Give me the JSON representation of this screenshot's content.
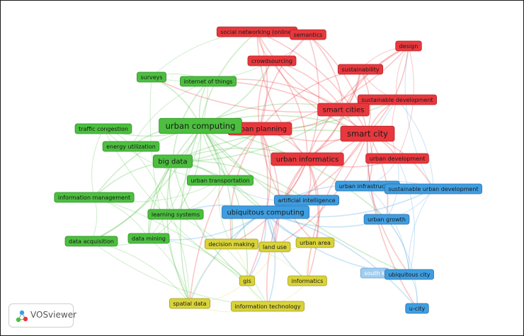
{
  "app": {
    "name": "VOSviewer"
  },
  "colors": {
    "red": "#e8383d",
    "red_border": "#b02528",
    "green": "#4cbf3f",
    "green_border": "#2f8f26",
    "blue": "#3f9ee0",
    "blue_border": "#2a6fae",
    "yellow": "#d9d33a",
    "yellow_border": "#a09a1a",
    "light_blue": "#9fcdf0",
    "light_blue_border": "#6fa4cf"
  },
  "network": {
    "nodes": [
      {
        "id": "social-networking-online",
        "label": "social networking (online)",
        "cluster": "red",
        "size": 1
      },
      {
        "id": "semantics",
        "label": "semantics",
        "cluster": "red",
        "size": 1
      },
      {
        "id": "design",
        "label": "design",
        "cluster": "red",
        "size": 1
      },
      {
        "id": "crowdsourcing",
        "label": "crowdsourcing",
        "cluster": "red",
        "size": 1
      },
      {
        "id": "sustainability",
        "label": "sustainability",
        "cluster": "red",
        "size": 1
      },
      {
        "id": "sustainable-development",
        "label": "sustainable development",
        "cluster": "red",
        "size": 1
      },
      {
        "id": "smart-cities",
        "label": "smart cities",
        "cluster": "red",
        "size": 2
      },
      {
        "id": "urban-planning",
        "label": "urban planning",
        "cluster": "red",
        "size": 2
      },
      {
        "id": "smart-city",
        "label": "smart city",
        "cluster": "red",
        "size": 3
      },
      {
        "id": "urban-informatics",
        "label": "urban informatics",
        "cluster": "red",
        "size": 2
      },
      {
        "id": "urban-development",
        "label": "urban development",
        "cluster": "red",
        "size": 1
      },
      {
        "id": "surveys",
        "label": "surveys",
        "cluster": "green",
        "size": 1
      },
      {
        "id": "internet-of-things",
        "label": "internet of things",
        "cluster": "green",
        "size": 1
      },
      {
        "id": "urban-computing",
        "label": "urban computing",
        "cluster": "green",
        "size": 3
      },
      {
        "id": "traffic-congestion",
        "label": "traffic congestion",
        "cluster": "green",
        "size": 1
      },
      {
        "id": "energy-utilization",
        "label": "energy utilization",
        "cluster": "green",
        "size": 1
      },
      {
        "id": "big-data",
        "label": "big data",
        "cluster": "green",
        "size": 2
      },
      {
        "id": "urban-transportation",
        "label": "urban transportation",
        "cluster": "green",
        "size": 1
      },
      {
        "id": "information-management",
        "label": "information management",
        "cluster": "green",
        "size": 1
      },
      {
        "id": "learning-systems",
        "label": "learning systems",
        "cluster": "green",
        "size": 1
      },
      {
        "id": "data-mining",
        "label": "data mining",
        "cluster": "green",
        "size": 1
      },
      {
        "id": "data-acquisition",
        "label": "data acquisition",
        "cluster": "green",
        "size": 1
      },
      {
        "id": "urban-infrastructure",
        "label": "urban infrastructure",
        "cluster": "blue",
        "size": 1
      },
      {
        "id": "sustainable-urban-development",
        "label": "sustainable urban development",
        "cluster": "blue",
        "size": 1
      },
      {
        "id": "artificial-intelligence",
        "label": "artificial intelligence",
        "cluster": "blue",
        "size": 1
      },
      {
        "id": "ubiquitous-computing",
        "label": "ubiquitous computing",
        "cluster": "blue",
        "size": 2
      },
      {
        "id": "urban-growth",
        "label": "urban growth",
        "cluster": "blue",
        "size": 1
      },
      {
        "id": "south-k",
        "label": "south k",
        "cluster": "light_blue",
        "size": 1
      },
      {
        "id": "ubiquitous-city",
        "label": "ubiquitous city",
        "cluster": "blue",
        "size": 1
      },
      {
        "id": "u-city",
        "label": "u-city",
        "cluster": "blue",
        "size": 1
      },
      {
        "id": "decision-making",
        "label": "decision making",
        "cluster": "yellow",
        "size": 1
      },
      {
        "id": "land-use",
        "label": "land use",
        "cluster": "yellow",
        "size": 1
      },
      {
        "id": "urban-area",
        "label": "urban area",
        "cluster": "yellow",
        "size": 1
      },
      {
        "id": "gis",
        "label": "gis",
        "cluster": "yellow",
        "size": 1
      },
      {
        "id": "informatics",
        "label": "informatics",
        "cluster": "yellow",
        "size": 1
      },
      {
        "id": "spatial-data",
        "label": "spatial data",
        "cluster": "yellow",
        "size": 1
      },
      {
        "id": "information-technology",
        "label": "information technology",
        "cluster": "yellow",
        "size": 1
      }
    ],
    "edges": [
      [
        "urban-computing",
        "big-data"
      ],
      [
        "urban-computing",
        "urban-planning"
      ],
      [
        "urban-computing",
        "smart-city"
      ],
      [
        "urban-computing",
        "urban-informatics"
      ],
      [
        "urban-computing",
        "internet-of-things"
      ],
      [
        "urban-computing",
        "surveys"
      ],
      [
        "urban-computing",
        "traffic-congestion"
      ],
      [
        "urban-computing",
        "energy-utilization"
      ],
      [
        "urban-computing",
        "urban-transportation"
      ],
      [
        "urban-computing",
        "data-mining"
      ],
      [
        "urban-computing",
        "learning-systems"
      ],
      [
        "urban-computing",
        "information-management"
      ],
      [
        "urban-computing",
        "data-acquisition"
      ],
      [
        "urban-computing",
        "ubiquitous-computing"
      ],
      [
        "urban-computing",
        "smart-cities"
      ],
      [
        "urban-computing",
        "crowdsourcing"
      ],
      [
        "urban-computing",
        "social-networking-online"
      ],
      [
        "urban-computing",
        "artificial-intelligence"
      ],
      [
        "urban-computing",
        "decision-making"
      ],
      [
        "urban-computing",
        "spatial-data"
      ],
      [
        "urban-computing",
        "gis"
      ],
      [
        "urban-computing",
        "sustainable-development"
      ],
      [
        "urban-computing",
        "urban-growth"
      ],
      [
        "urban-computing",
        "ubiquitous-city"
      ],
      [
        "big-data",
        "smart-city"
      ],
      [
        "big-data",
        "data-mining"
      ],
      [
        "big-data",
        "urban-informatics"
      ],
      [
        "big-data",
        "urban-planning"
      ],
      [
        "big-data",
        "urban-transportation"
      ],
      [
        "big-data",
        "information-management"
      ],
      [
        "big-data",
        "ubiquitous-computing"
      ],
      [
        "big-data",
        "smart-cities"
      ],
      [
        "big-data",
        "internet-of-things"
      ],
      [
        "big-data",
        "learning-systems"
      ],
      [
        "big-data",
        "data-acquisition"
      ],
      [
        "big-data",
        "spatial-data"
      ],
      [
        "big-data",
        "artificial-intelligence"
      ],
      [
        "big-data",
        "gis"
      ],
      [
        "smart-city",
        "smart-cities"
      ],
      [
        "smart-city",
        "urban-informatics"
      ],
      [
        "smart-city",
        "urban-planning"
      ],
      [
        "smart-city",
        "sustainability"
      ],
      [
        "smart-city",
        "sustainable-development"
      ],
      [
        "smart-city",
        "design"
      ],
      [
        "smart-city",
        "urban-development"
      ],
      [
        "smart-city",
        "semantics"
      ],
      [
        "smart-city",
        "crowdsourcing"
      ],
      [
        "smart-city",
        "social-networking-online"
      ],
      [
        "smart-city",
        "ubiquitous-computing"
      ],
      [
        "smart-city",
        "ubiquitous-city"
      ],
      [
        "smart-city",
        "urban-infrastructure"
      ],
      [
        "smart-city",
        "internet-of-things"
      ],
      [
        "smart-city",
        "sustainable-urban-development"
      ],
      [
        "smart-city",
        "artificial-intelligence"
      ],
      [
        "smart-city",
        "urban-growth"
      ],
      [
        "smart-city",
        "informatics"
      ],
      [
        "smart-city",
        "land-use"
      ],
      [
        "smart-city",
        "u-city"
      ],
      [
        "urban-planning",
        "urban-informatics"
      ],
      [
        "urban-planning",
        "smart-cities"
      ],
      [
        "urban-planning",
        "crowdsourcing"
      ],
      [
        "urban-planning",
        "social-networking-online"
      ],
      [
        "urban-planning",
        "semantics"
      ],
      [
        "urban-planning",
        "design"
      ],
      [
        "urban-planning",
        "sustainability"
      ],
      [
        "urban-planning",
        "decision-making"
      ],
      [
        "urban-planning",
        "land-use"
      ],
      [
        "urban-planning",
        "urban-area"
      ],
      [
        "urban-planning",
        "gis"
      ],
      [
        "urban-planning",
        "spatial-data"
      ],
      [
        "urban-planning",
        "ubiquitous-computing"
      ],
      [
        "urban-informatics",
        "smart-cities"
      ],
      [
        "urban-informatics",
        "informatics"
      ],
      [
        "urban-informatics",
        "information-technology"
      ],
      [
        "urban-informatics",
        "ubiquitous-computing"
      ],
      [
        "urban-informatics",
        "urban-development"
      ],
      [
        "urban-informatics",
        "urban-area"
      ],
      [
        "urban-informatics",
        "crowdsourcing"
      ],
      [
        "urban-informatics",
        "social-networking-online"
      ],
      [
        "urban-informatics",
        "semantics"
      ],
      [
        "urban-informatics",
        "design"
      ],
      [
        "urban-informatics",
        "sustainability"
      ],
      [
        "urban-informatics",
        "decision-making"
      ],
      [
        "urban-informatics",
        "land-use"
      ],
      [
        "urban-informatics",
        "artificial-intelligence"
      ],
      [
        "smart-cities",
        "sustainability"
      ],
      [
        "smart-cities",
        "sustainable-development"
      ],
      [
        "smart-cities",
        "internet-of-things"
      ],
      [
        "smart-cities",
        "design"
      ],
      [
        "smart-cities",
        "semantics"
      ],
      [
        "smart-cities",
        "social-networking-online"
      ],
      [
        "smart-cities",
        "crowdsourcing"
      ],
      [
        "smart-cities",
        "surveys"
      ],
      [
        "ubiquitous-computing",
        "ubiquitous-city"
      ],
      [
        "ubiquitous-computing",
        "artificial-intelligence"
      ],
      [
        "ubiquitous-computing",
        "urban-growth"
      ],
      [
        "ubiquitous-computing",
        "urban-infrastructure"
      ],
      [
        "ubiquitous-computing",
        "sustainable-urban-development"
      ],
      [
        "ubiquitous-computing",
        "u-city"
      ],
      [
        "ubiquitous-computing",
        "decision-making"
      ],
      [
        "ubiquitous-computing",
        "land-use"
      ],
      [
        "ubiquitous-computing",
        "urban-area"
      ],
      [
        "ubiquitous-computing",
        "gis"
      ],
      [
        "ubiquitous-computing",
        "informatics"
      ],
      [
        "ubiquitous-computing",
        "information-technology"
      ],
      [
        "ubiquitous-computing",
        "spatial-data"
      ],
      [
        "ubiquitous-computing",
        "data-mining"
      ],
      [
        "ubiquitous-computing",
        "learning-systems"
      ],
      [
        "ubiquitous-city",
        "u-city"
      ],
      [
        "ubiquitous-city",
        "urban-growth"
      ],
      [
        "ubiquitous-city",
        "south-k"
      ],
      [
        "ubiquitous-city",
        "urban-infrastructure"
      ],
      [
        "ubiquitous-city",
        "sustainable-urban-development"
      ],
      [
        "ubiquitous-city",
        "urban-development"
      ],
      [
        "urban-growth",
        "urban-infrastructure"
      ],
      [
        "urban-growth",
        "sustainable-urban-development"
      ],
      [
        "urban-growth",
        "u-city"
      ],
      [
        "urban-growth",
        "urban-development"
      ],
      [
        "urban-infrastructure",
        "sustainable-urban-development"
      ],
      [
        "urban-infrastructure",
        "urban-development"
      ],
      [
        "urban-infrastructure",
        "sustainable-development"
      ],
      [
        "sustainable-urban-development",
        "sustainable-development"
      ],
      [
        "sustainable-urban-development",
        "design"
      ],
      [
        "decision-making",
        "land-use"
      ],
      [
        "decision-making",
        "gis"
      ],
      [
        "decision-making",
        "spatial-data"
      ],
      [
        "decision-making",
        "informatics"
      ],
      [
        "land-use",
        "urban-area"
      ],
      [
        "land-use",
        "gis"
      ],
      [
        "urban-area",
        "informatics"
      ],
      [
        "gis",
        "spatial-data"
      ],
      [
        "gis",
        "information-technology"
      ],
      [
        "informatics",
        "information-technology"
      ],
      [
        "spatial-data",
        "information-technology"
      ],
      [
        "data-mining",
        "spatial-data"
      ],
      [
        "data-mining",
        "learning-systems"
      ],
      [
        "data-mining",
        "data-acquisition"
      ],
      [
        "data-mining",
        "information-management"
      ],
      [
        "data-mining",
        "gis"
      ],
      [
        "learning-systems",
        "urban-transportation"
      ],
      [
        "learning-systems",
        "information-technology"
      ],
      [
        "data-acquisition",
        "information-management"
      ],
      [
        "data-acquisition",
        "spatial-data"
      ],
      [
        "data-acquisition",
        "information-technology"
      ],
      [
        "information-management",
        "traffic-congestion"
      ],
      [
        "information-management",
        "urban-transportation"
      ],
      [
        "traffic-congestion",
        "energy-utilization"
      ],
      [
        "traffic-congestion",
        "urban-transportation"
      ],
      [
        "energy-utilization",
        "internet-of-things"
      ],
      [
        "internet-of-things",
        "surveys"
      ],
      [
        "surveys",
        "social-networking-online"
      ],
      [
        "surveys",
        "crowdsourcing"
      ],
      [
        "crowdsourcing",
        "social-networking-online"
      ],
      [
        "crowdsourcing",
        "semantics"
      ],
      [
        "social-networking-online",
        "semantics"
      ],
      [
        "sustainability",
        "sustainable-development"
      ],
      [
        "sustainability",
        "design"
      ],
      [
        "design",
        "sustainable-development"
      ],
      [
        "urban-development",
        "sustainable-development"
      ],
      [
        "urban-development",
        "design"
      ],
      [
        "artificial-intelligence",
        "urban-transportation"
      ],
      [
        "urban-transportation",
        "decision-making"
      ],
      [
        "energy-utilization",
        "spatial-data"
      ],
      [
        "traffic-congestion",
        "gis"
      ],
      [
        "information-management",
        "information-technology"
      ],
      [
        "surveys",
        "spatial-data"
      ],
      [
        "internet-of-things",
        "data-mining"
      ]
    ]
  }
}
